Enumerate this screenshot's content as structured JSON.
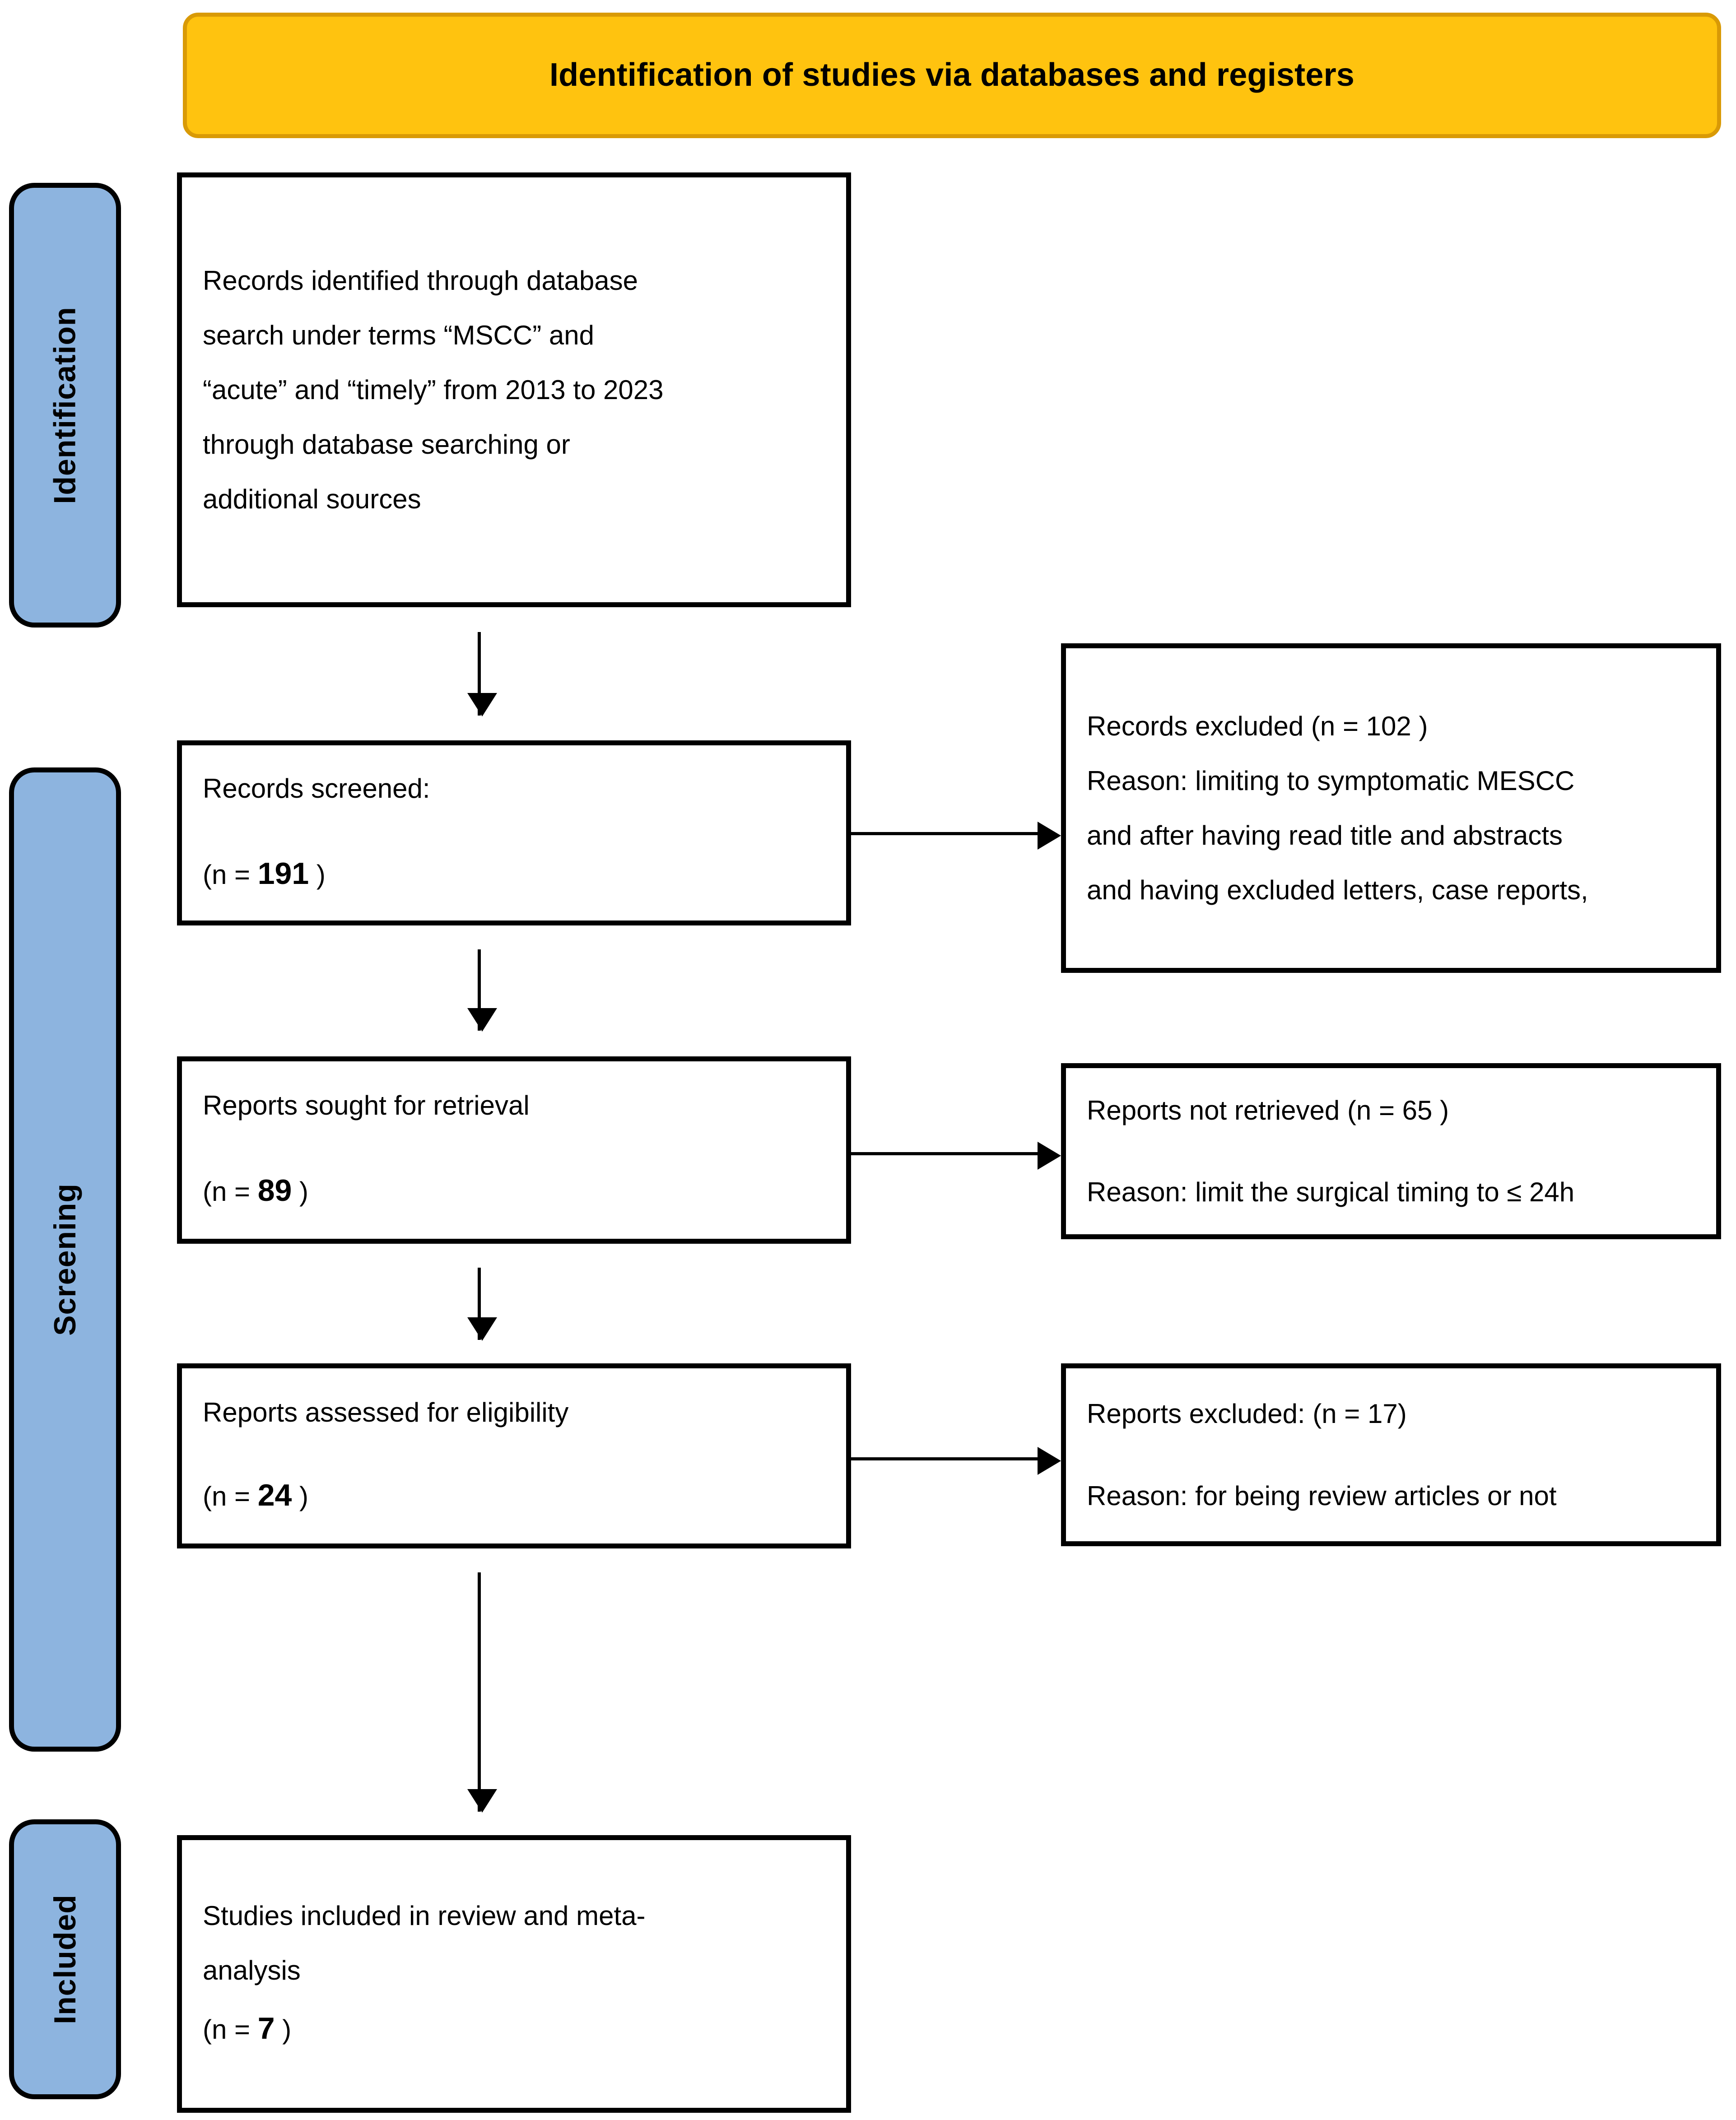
{
  "banner": {
    "title": "Identification of studies via databases and registers",
    "fill_color": "#FFC30F",
    "border_color": "#D99A06"
  },
  "stages": {
    "fill_color": "#8DB4DF",
    "identification": "Identification",
    "screening": "Screening",
    "included": "Included"
  },
  "boxes": {
    "identified": {
      "line1": "Records identified through database",
      "line2": "search under terms “MSCC” and",
      "line3": "“acute” and “timely” from 2013 to 2023",
      "line4": "through database searching or",
      "line5": "additional sources"
    },
    "screened": {
      "label": "Records screened:",
      "count_prefix": "(n = ",
      "count": "191",
      "count_suffix": " )"
    },
    "sought": {
      "label": "Reports sought for retrieval",
      "count_prefix": "(n = ",
      "count": "89",
      "count_suffix": " )"
    },
    "assessed": {
      "label": "Reports assessed for eligibility",
      "count_prefix": "(n = ",
      "count": "24",
      "count_suffix": " )"
    },
    "included": {
      "line1": "Studies included in review and meta-",
      "line2": "analysis",
      "count_prefix": "(n = ",
      "count": "7",
      "count_suffix": " )"
    },
    "records_excluded": {
      "heading": "Records excluded (n = 102 )",
      "reason_line1": "Reason:    limiting to symptomatic MESCC",
      "reason_line2": "and after having read title and abstracts",
      "reason_line3": "and having excluded letters, case reports,"
    },
    "not_retrieved": {
      "heading": "Reports not retrieved (n = 65 )",
      "reason": "Reason:    limit the surgical timing to ≤ 24h"
    },
    "reports_excluded": {
      "heading": "Reports excluded: (n = 17)",
      "reason": "Reason: for being review articles or not"
    }
  },
  "arrows": {
    "identified_to_screened": "↓",
    "screened_to_sought": "↓",
    "sought_to_assessed": "↓",
    "assessed_to_included": "↓",
    "screened_to_excluded": "→",
    "sought_to_not_retrieved": "→",
    "assessed_to_excluded": "→"
  }
}
